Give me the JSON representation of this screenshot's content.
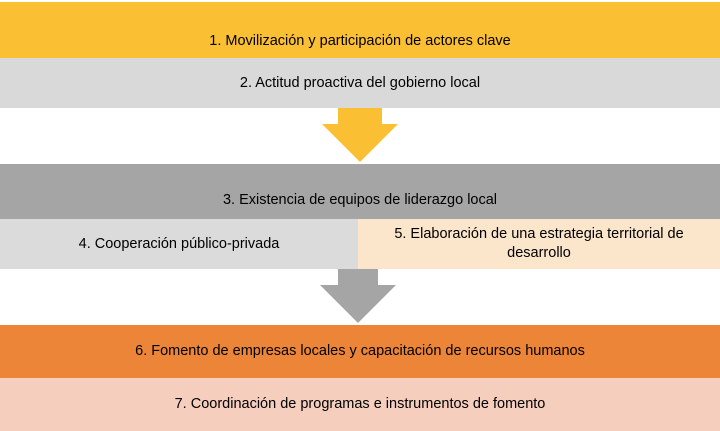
{
  "diagram": {
    "steps": [
      {
        "label": "1. Movilización y participación de actores clave",
        "color": "#fbbf33"
      },
      {
        "label": "2. Actitud proactiva del gobierno local",
        "color": "#d9d9d9"
      },
      {
        "label": "3. Existencia de equipos de liderazgo local",
        "color": "#a5a5a5"
      },
      {
        "label": "4. Cooperación público-privada",
        "color": "#dbdbdb"
      },
      {
        "label": "5. Elaboración de una estrategia territorial de desarrollo",
        "color": "#fbe5cb"
      },
      {
        "label": "6. Fomento de empresas locales y capacitación de recursos humanos",
        "color": "#ec8538"
      },
      {
        "label": "7. Coordinación de programas  e instrumentos de fomento",
        "color": "#f6cebd"
      }
    ],
    "arrows": [
      {
        "color": "#fbbf33"
      },
      {
        "color": "#a5a5a5"
      }
    ]
  }
}
